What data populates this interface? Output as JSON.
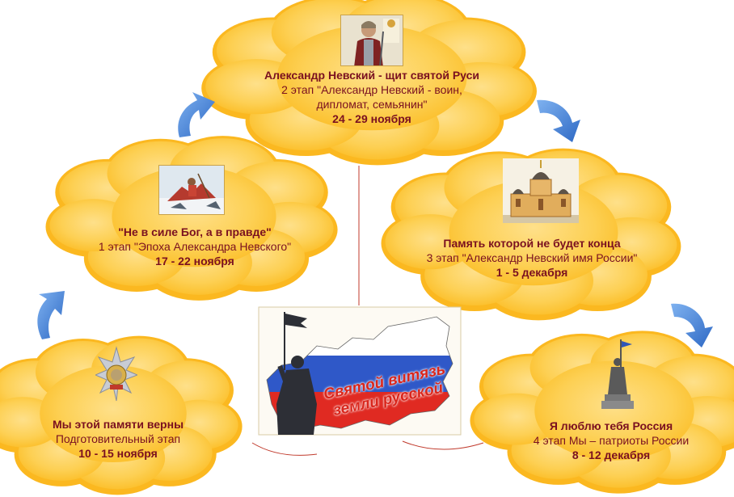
{
  "colors": {
    "cloud_fill": "#fcc93c",
    "cloud_edge": "#fbb820",
    "text": "#7a1020",
    "arrow": "#3d7fd6",
    "connector": "#c0392b"
  },
  "stages": [
    {
      "title": "Мы этой памяти верны",
      "stage": "Подготовительный этап",
      "dates": "10 - 15 ноября",
      "icon": "order-star-icon"
    },
    {
      "title": "\"Не в силе Бог, а в правде\"",
      "stage": "1 этап  \"Эпоха Александра Невского\"",
      "dates": "17 - 22 ноября",
      "icon": "battle-painting-icon"
    },
    {
      "title": "Александр Невский - щит святой Руси",
      "stage": "2 этап  \"Александр Невский - воин, дипломат, семьянин\"",
      "dates": "24 - 29 ноября",
      "icon": "warrior-portrait-icon"
    },
    {
      "title": "Память которой не будет конца",
      "stage": "3 этап \"Александр Невский имя России\"",
      "dates": "1 - 5 декабря",
      "icon": "cathedral-icon"
    },
    {
      "title": "Я люблю тебя Россия",
      "stage": "4 этап  Мы – патриоты России",
      "dates": "8 - 12 декабря",
      "icon": "monument-icon"
    }
  ],
  "center": {
    "caption_line1": "Святой витязь",
    "caption_line2": "земли русской"
  }
}
